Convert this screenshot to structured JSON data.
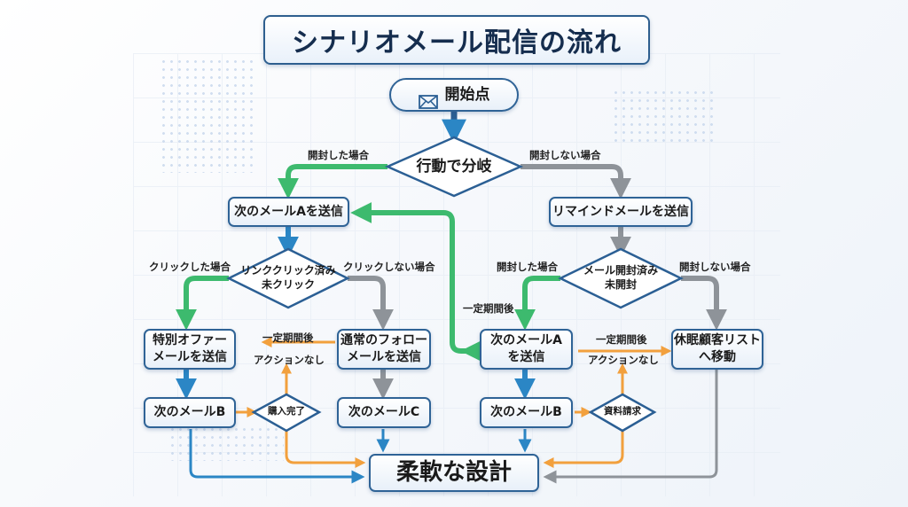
{
  "title": "シナリオメール配信の流れ",
  "colors": {
    "node_border": "#2f6396",
    "blue_flow": "#2b86c5",
    "green_flow": "#3dba6e",
    "gray_flow": "#8e9399",
    "orange_flow": "#f2a03d"
  },
  "nodes": {
    "start": {
      "label": "開始点",
      "icon": "envelope-icon"
    },
    "branch_behavior": {
      "label": "行動で分岐"
    },
    "next_mail_a": {
      "label": "次のメールAを送信"
    },
    "reminder_mail": {
      "label": "リマインドメールを送信"
    },
    "link_click_decision": {
      "label": "リンククリック済み\n未クリック"
    },
    "mail_open_decision": {
      "label": "メール開封済み\n未開封"
    },
    "special_offer": {
      "label": "特別オファー\nメールを送信"
    },
    "normal_follow": {
      "label": "通常のフォロー\nメールを送信"
    },
    "next_mail_a_right": {
      "label": "次のメールA\nを送信"
    },
    "dormant_list": {
      "label": "休眠顧客リスト\nへ移動"
    },
    "next_mail_b_left": {
      "label": "次のメールB"
    },
    "purchase_done": {
      "label": "購入完了"
    },
    "next_mail_c": {
      "label": "次のメールC"
    },
    "next_mail_b_right": {
      "label": "次のメールB"
    },
    "doc_request": {
      "label": "資料請求"
    },
    "flexible_design": {
      "label": "柔軟な設計"
    }
  },
  "edge_labels": {
    "opened": "開封した場合",
    "not_opened": "開封しない場合",
    "clicked": "クリックした場合",
    "not_clicked": "クリックしない場合",
    "opened_2": "開封した場合",
    "not_opened_2": "開封しない場合",
    "after_period_green": "一定期間後",
    "after_period_left": "一定期間後",
    "no_action_left": "アクションなし",
    "after_period_right": "一定期間後",
    "no_action_right": "アクションなし"
  }
}
